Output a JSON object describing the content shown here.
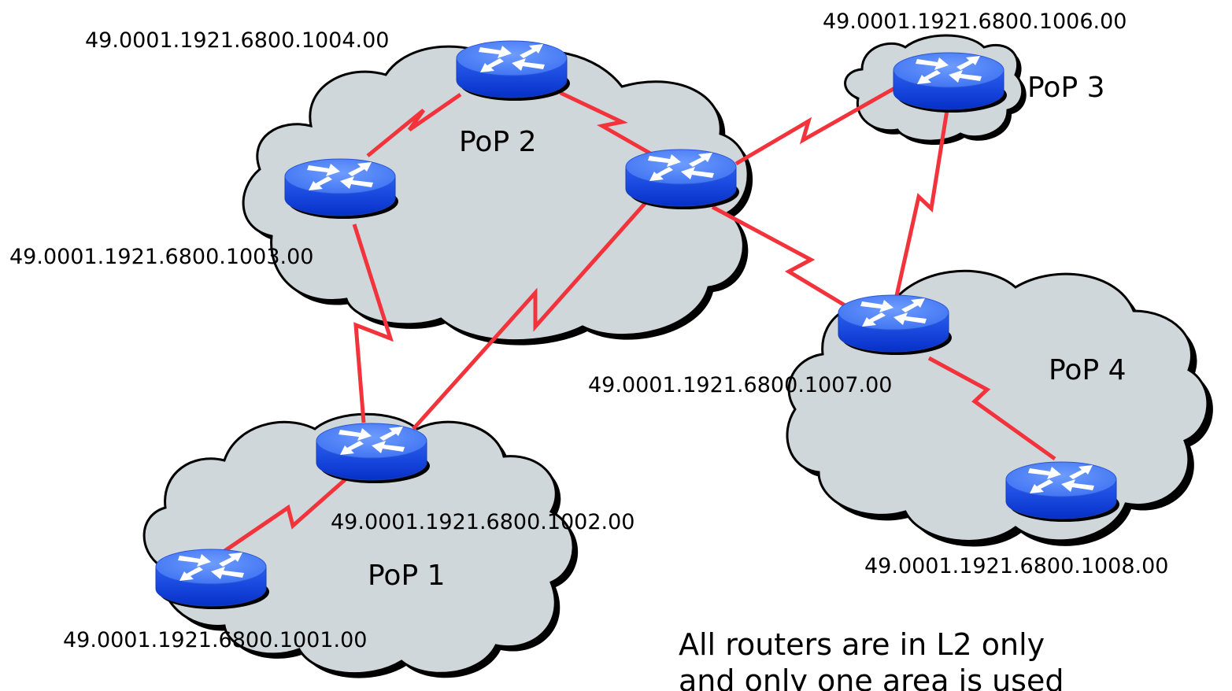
{
  "pops": [
    {
      "id": "pop1",
      "label": "PoP 1"
    },
    {
      "id": "pop2",
      "label": "PoP 2"
    },
    {
      "id": "pop3",
      "label": "PoP 3"
    },
    {
      "id": "pop4",
      "label": "PoP 4"
    }
  ],
  "routers": [
    {
      "id": "r1001",
      "address": "49.0001.1921.6800.1001.00"
    },
    {
      "id": "r1002",
      "address": "49.0001.1921.6800.1002.00"
    },
    {
      "id": "r1003",
      "address": "49.0001.1921.6800.1003.00"
    },
    {
      "id": "r1004",
      "address": "49.0001.1921.6800.1004.00"
    },
    {
      "id": "r1005",
      "address": ""
    },
    {
      "id": "r1006",
      "address": "49.0001.1921.6800.1006.00"
    },
    {
      "id": "r1007",
      "address": "49.0001.1921.6800.1007.00"
    },
    {
      "id": "r1008",
      "address": "49.0001.1921.6800.1008.00"
    }
  ],
  "links": [
    {
      "from": "r1001",
      "to": "r1002"
    },
    {
      "from": "r1002",
      "to": "r1003"
    },
    {
      "from": "r1002",
      "to": "r1005"
    },
    {
      "from": "r1003",
      "to": "r1004"
    },
    {
      "from": "r1004",
      "to": "r1005"
    },
    {
      "from": "r1005",
      "to": "r1006"
    },
    {
      "from": "r1005",
      "to": "r1007"
    },
    {
      "from": "r1006",
      "to": "r1007"
    },
    {
      "from": "r1007",
      "to": "r1008"
    }
  ],
  "note": {
    "line1": "All routers are in L2 only",
    "line2": "and only one area is used"
  },
  "colors": {
    "cloud": "#d0d7da",
    "link": "#f2333b",
    "router_top": "#4a7ff0",
    "router_side": "#0a3fd8"
  }
}
